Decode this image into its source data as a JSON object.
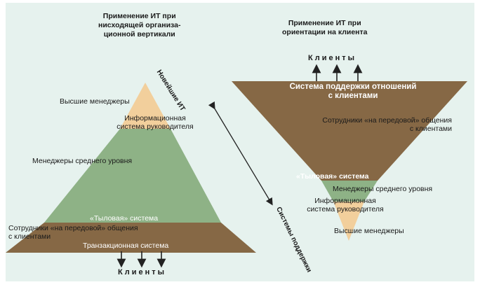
{
  "left_title": [
    "Применение ИТ при",
    "нисходящей организа-",
    "ционной вертикали"
  ],
  "right_title": [
    "Применение ИТ при",
    "ориентации на клиента"
  ],
  "arrow_label_top": "Новейшие ИТ",
  "arrow_label_bottom": "Системы поддержки",
  "left": {
    "top_managers": "Высшие менеджеры",
    "exec_system": [
      "Информационная",
      "система руководителя"
    ],
    "middle_managers": "Менеджеры среднего уровня",
    "back_office": "«Тыловая» система",
    "front_line": [
      "Сотрудники «на передовой» общения",
      "с клиентами"
    ],
    "transaction": "Транзакционная система",
    "clients": "Клиенты"
  },
  "right": {
    "clients": "Клиенты",
    "crm": [
      "Система поддержки отношений",
      "с клиентами"
    ],
    "front_line": [
      "Сотрудники «на передовой» общения",
      "с клиентами"
    ],
    "back_office": "«Тыловая» система",
    "middle_managers": "Менеджеры среднего уровня",
    "exec_system": [
      "Информационная",
      "система руководителя"
    ],
    "top_managers": "Высшие менеджеры"
  },
  "colors": {
    "background": "#e6f2ee",
    "tan": "#f2cf9c",
    "green": "#8eb286",
    "brown": "#866845",
    "arrow": "#222222"
  }
}
